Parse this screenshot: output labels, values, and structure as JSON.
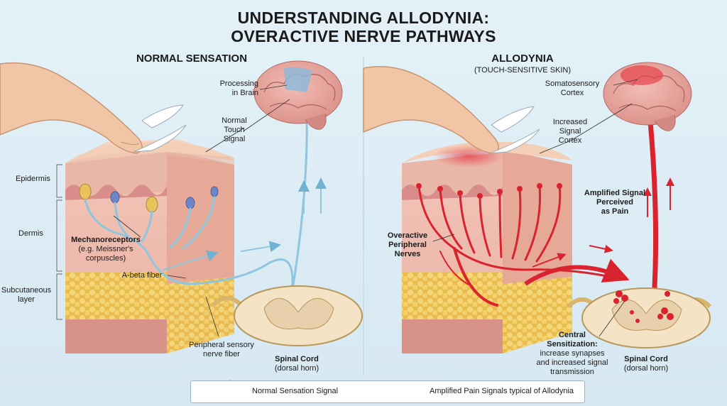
{
  "title": {
    "line1": "UNDERSTANDING ALLODYNIA:",
    "line2": "OVERACTIVE NERVE PATHWAYS"
  },
  "left_panel": {
    "heading": "NORMAL SENSATION",
    "labels": {
      "epidermis": "Epidermis",
      "dermis": "Dermis",
      "subcutaneous_1": "Subcutaneous",
      "subcutaneous_2": "layer",
      "processing_1": "Processing",
      "processing_2": "in Brain",
      "normal_touch_1": "Normal",
      "normal_touch_2": "Touch",
      "normal_touch_3": "Signal",
      "mechanoreceptors": "Mechanoreceptors",
      "mechano_detail_1": "(e.g. Meissner's",
      "mechano_detail_2": "corpuscles)",
      "abeta": "A-beta fiber",
      "peripheral_1": "Peripheral sensory",
      "peripheral_2": "nerve fiber",
      "spinal_1": "Spinal Cord",
      "spinal_2": "(dorsal horn)"
    }
  },
  "right_panel": {
    "heading": "ALLODYNIA",
    "subheading": "(TOUCH-SENSITIVE SKIN)",
    "labels": {
      "somato_1": "Somatosensory",
      "somato_2": "Cortex",
      "increased_1": "Increased",
      "increased_2": "Signal",
      "increased_3": "Cortex",
      "amplified_1": "Amplified Signal",
      "amplified_2": "Perceived",
      "amplified_3": "as Pain",
      "overactive_1": "Overactive",
      "overactive_2": "Peripheral",
      "overactive_3": "Nerves",
      "central_1": "Central",
      "central_2": "Sensitization:",
      "central_3": "increase synapses",
      "central_4": "and increased signal",
      "central_5": "transmission",
      "spinal_1": "Spinal Cord",
      "spinal_2": "(dorsal horn)"
    }
  },
  "legend": {
    "normal": "Normal Sensation Signal",
    "amplified": "Amplified Pain Signals typical of Allodynia"
  },
  "colors": {
    "normal_signal": "#8fc6de",
    "pain_signal": "#d9232e",
    "skin": "#f1c4b4",
    "fat": "#f0cf6a",
    "brain": "#e9a9a2"
  }
}
